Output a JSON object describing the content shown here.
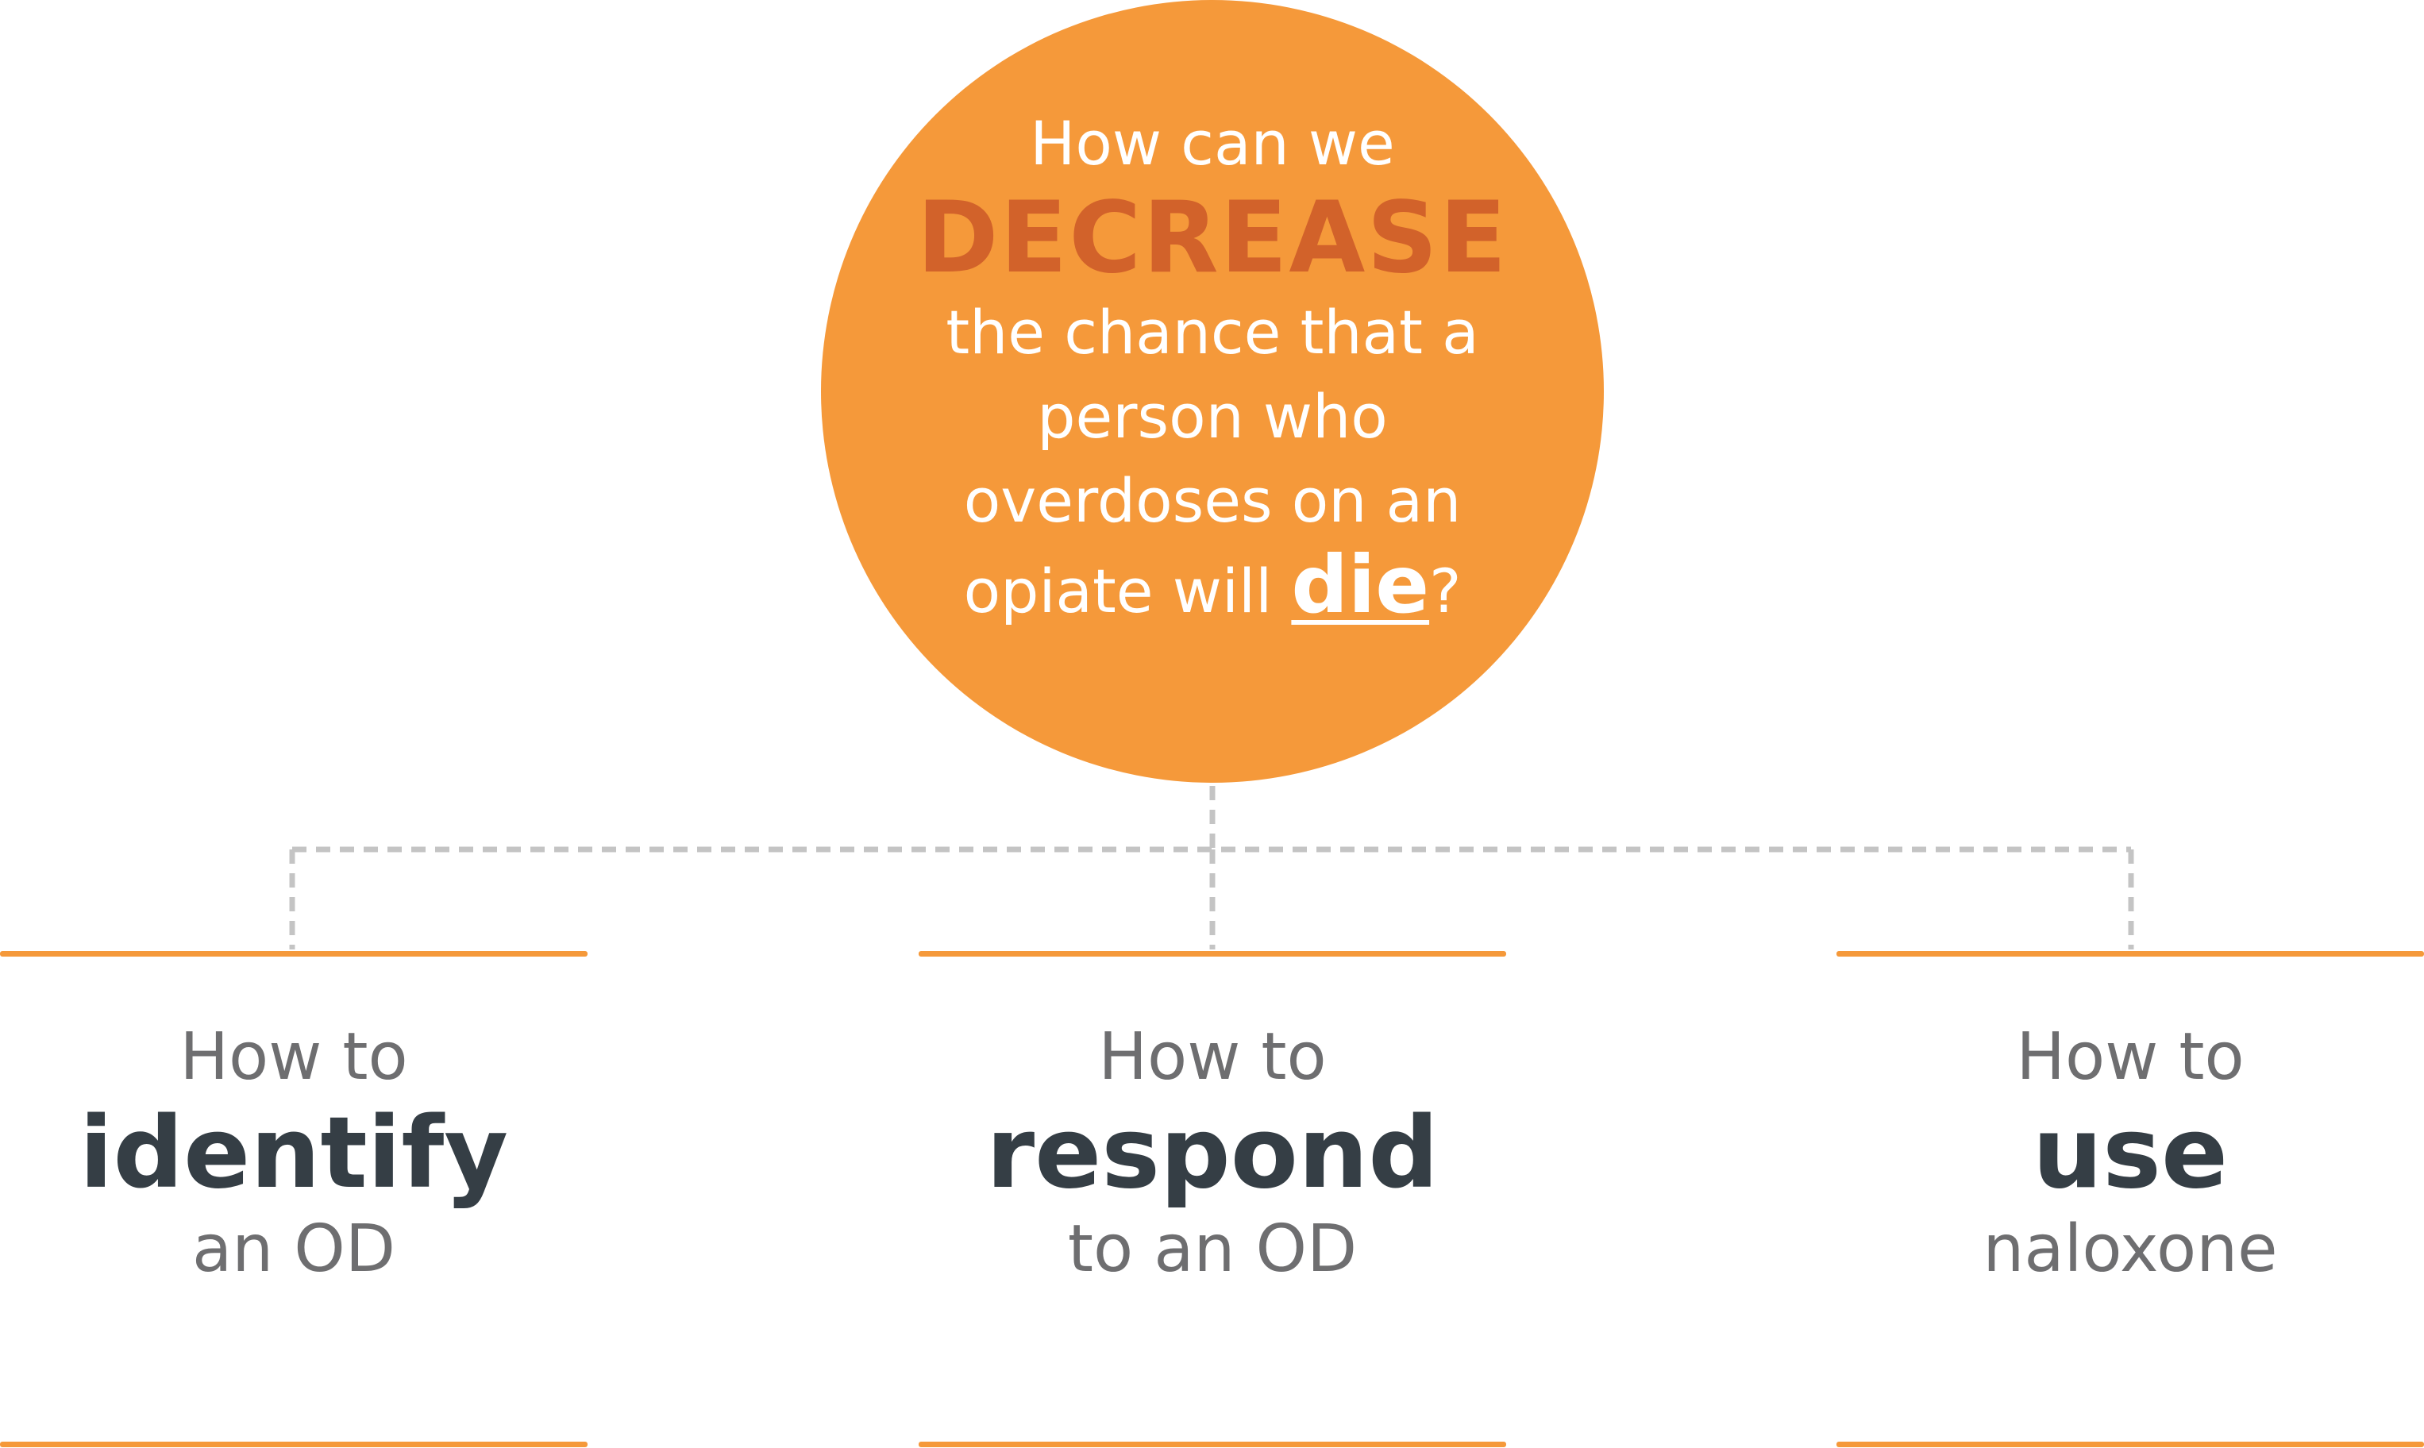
{
  "question": {
    "line1": "How can we",
    "emphasis": "DECREASE",
    "line3": "the chance that a",
    "line4": "person who",
    "line5": "overdoses on an",
    "line6_pre": "opiate will ",
    "line6_key": "die",
    "line6_post": "?"
  },
  "branches": [
    {
      "pre": "How to",
      "key": "identify",
      "post": "an OD"
    },
    {
      "pre": "How to",
      "key": "respond",
      "post": "to an OD"
    },
    {
      "pre": "How to",
      "key": "use",
      "post": "naloxone"
    }
  ],
  "colors": {
    "accent": "#f5993a",
    "emphasis": "#d2622a",
    "dark_text": "#353e45",
    "muted_text": "#6e6e70",
    "connector": "#c4c4c4"
  }
}
